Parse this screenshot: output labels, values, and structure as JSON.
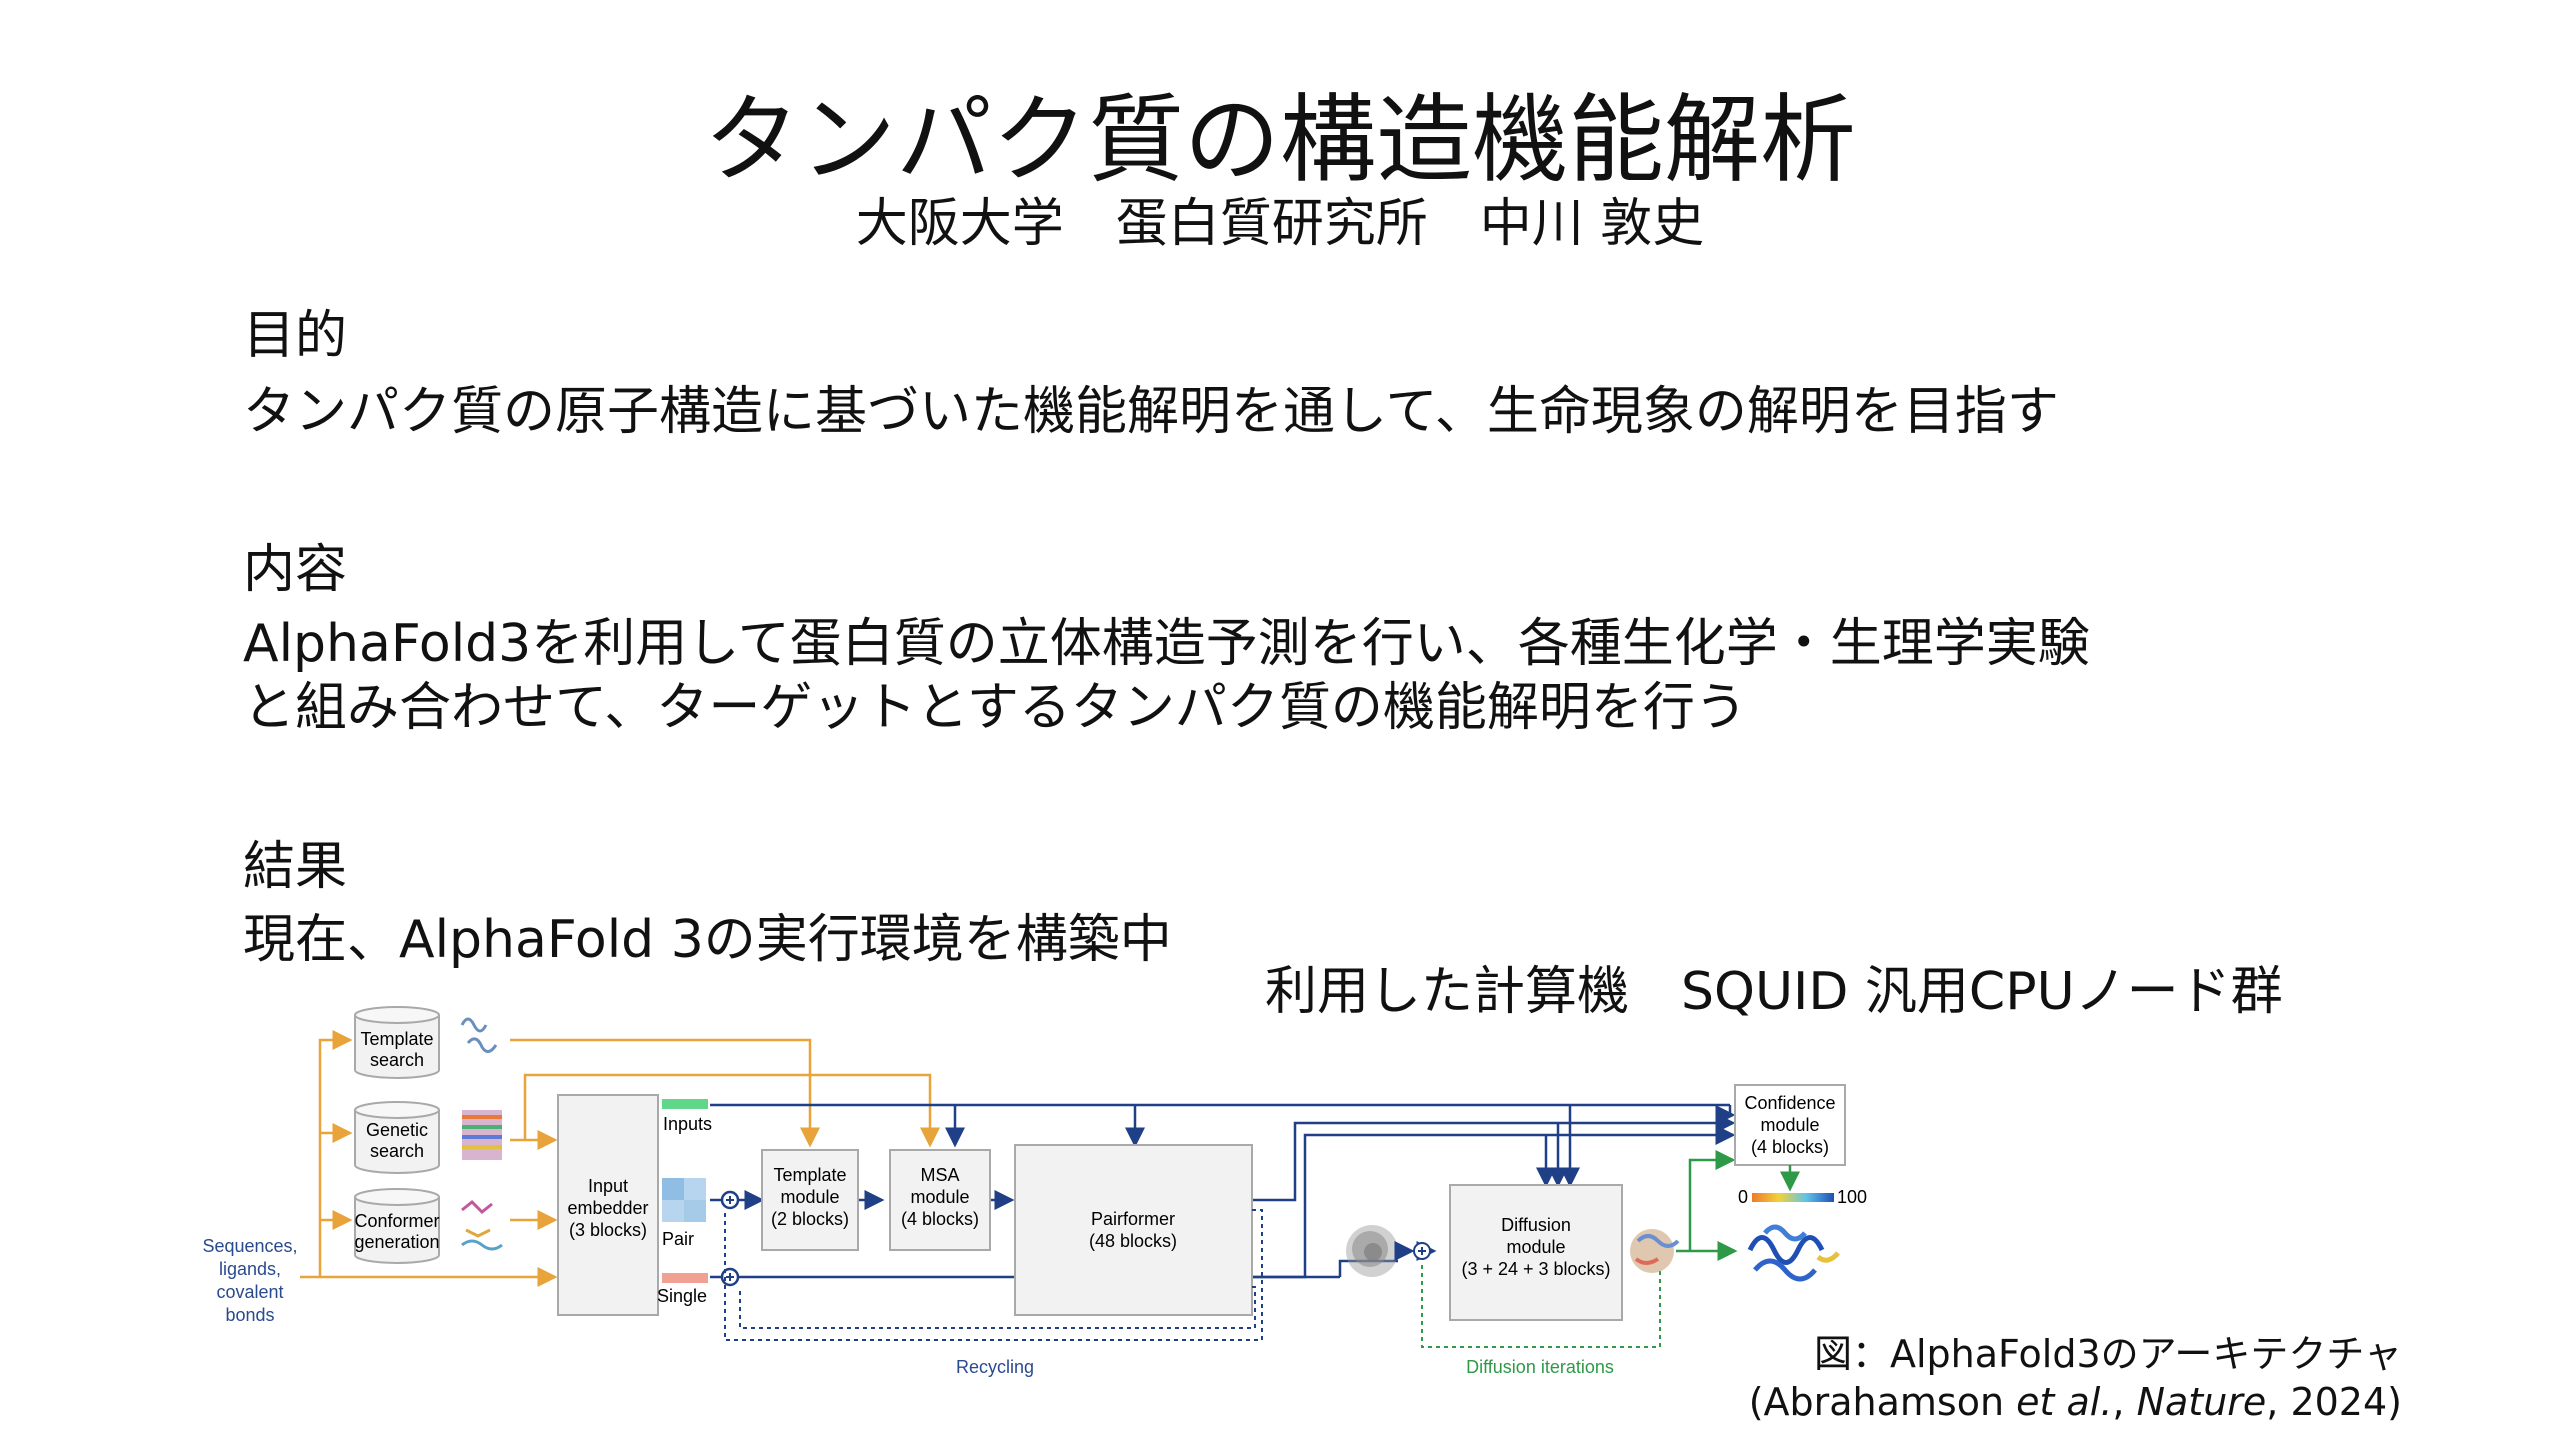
{
  "slide": {
    "title": "タンパク質の構造機能解析",
    "affiliation": "大阪大学　蛋白質研究所　中川 敦史"
  },
  "sections": [
    {
      "heading": "目的",
      "lines": [
        "タンパク質の原子構造に基づいた機能解明を通して、生命現象の解明を目指す"
      ]
    },
    {
      "heading": "内容",
      "lines": [
        "AlphaFold3を利用して蛋白質の立体構造予測を行い、各種生化学・生理学実験",
        "と組み合わせて、ターゲットとするタンパク質の機能解明を行う"
      ]
    },
    {
      "heading": "結果",
      "lines": [
        "現在、AlphaFold 3の実行環境を構築中"
      ]
    }
  ],
  "computer": "利用した計算機　SQUID 汎用CPUノード群",
  "diagram": {
    "input_label": [
      "Sequences,",
      "ligands,",
      "covalent",
      "bonds"
    ],
    "template_search": [
      "Template",
      "search"
    ],
    "genetic_search": [
      "Genetic",
      "search"
    ],
    "conformer_generation": [
      "Conformer",
      "generation"
    ],
    "input_embedder": [
      "Input",
      "embedder",
      "(3 blocks)"
    ],
    "inputs_label": "Inputs",
    "pair_label": "Pair",
    "single_label": "Single",
    "template_module": [
      "Template",
      "module",
      "(2 blocks)"
    ],
    "msa_module": [
      "MSA",
      "module",
      "(4 blocks)"
    ],
    "pairformer": [
      "Pairformer",
      "(48 blocks)"
    ],
    "diffusion_module": [
      "Diffusion",
      "module",
      "(3 + 24 + 3 blocks)"
    ],
    "confidence_module": [
      "Confidence",
      "module",
      "(4 blocks)"
    ],
    "scale_min": "0",
    "scale_max": "100",
    "recycling_label": "Recycling",
    "diffusion_iterations_label": "Diffusion iterations",
    "colors": {
      "orange": "#e8a33a",
      "navy": "#1f3f86",
      "green": "#2e9a48",
      "box": "#f2f2f2",
      "boxline": "#a9a9a9"
    }
  },
  "caption": {
    "line1": "図：AlphaFold3のアーキテクチャ",
    "line2_prefix": "(Abrahamson ",
    "line2_italic1": "et al.",
    "line2_mid": ", ",
    "line2_italic2": "Nature",
    "line2_suffix": ", 2024)"
  }
}
